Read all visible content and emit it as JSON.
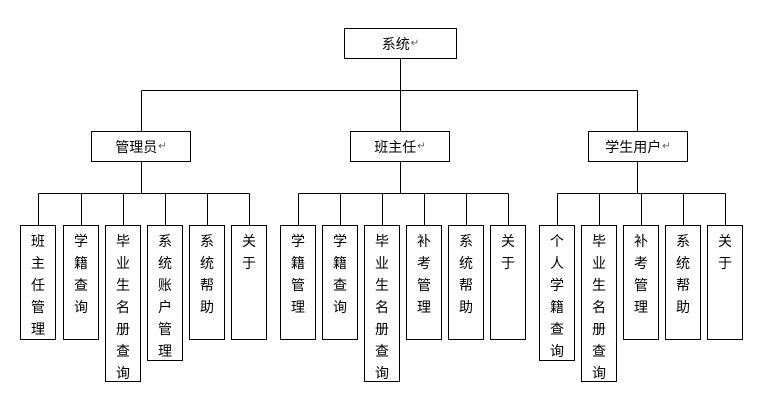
{
  "root": {
    "label": "系统",
    "mark": "↵"
  },
  "groups": [
    {
      "label": "管理员",
      "mark": "↵",
      "items": [
        "班主任管理",
        "学籍查询",
        "毕业生名册查询",
        "系统账户管理",
        "系统帮助",
        "关于"
      ]
    },
    {
      "label": "班主任",
      "mark": "↵",
      "items": [
        "学籍管理",
        "学籍查询",
        "毕业生名册查询",
        "补考管理",
        "系统帮助",
        "关于"
      ]
    },
    {
      "label": "学生用户",
      "mark": "↵",
      "items": [
        "个人学籍查询",
        "毕业生名册查询",
        "补考管理",
        "系统帮助",
        "关于"
      ]
    }
  ],
  "colors": {
    "line": "#000000",
    "box_border": "#000000",
    "background": "#ffffff"
  }
}
